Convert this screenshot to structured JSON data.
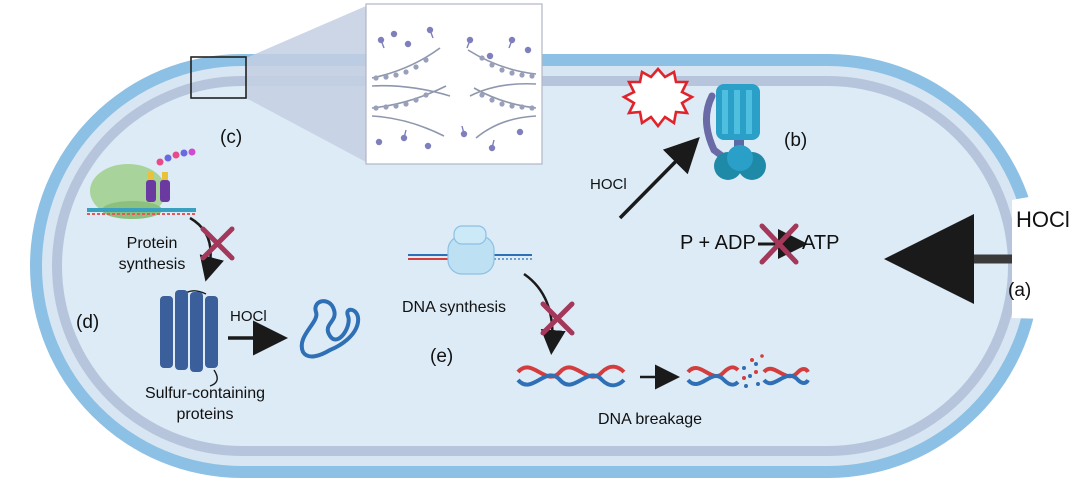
{
  "labels": {
    "a": "(a)",
    "b": "(b)",
    "c": "(c)",
    "d": "(d)",
    "e": "(e)",
    "hocl_external": "HOCl",
    "hocl_atp_synthase": "HOCl",
    "hocl_proteins": "HOCl",
    "atp_reaction_left": "P + ADP",
    "atp_reaction_right": "ATP",
    "protein_synthesis": "Protein synthesis",
    "sulfur_proteins": "Sulfur-containing proteins",
    "dna_synthesis": "DNA synthesis",
    "dna_breakage": "DNA breakage"
  },
  "colors": {
    "membrane_outer": "#8cc0e4",
    "membrane_inner": "#b7c5dc",
    "cytoplasm": "#dcebf6",
    "inhibit_x": "#a4385a",
    "arrow": "#1a1a1a",
    "dna_red": "#d43d3d",
    "dna_blue": "#2e6fb5",
    "protein_blue": "#3a5f9a",
    "ribosome_green": "#a8d39a",
    "atp_synthase_blue": "#2aa0c8",
    "burst_red": "#e0242b"
  },
  "icons": {
    "cell": "rod-shaped-bacterium",
    "membrane_zoom": "lipid-bilayer-pore",
    "burst": "starburst-icon",
    "atp_synthase": "atp-synthase-icon",
    "ribosome": "ribosome-icon",
    "membrane_protein": "transmembrane-protein-icon",
    "unfolded_protein": "unfolded-protein-icon",
    "dna_polymerase": "dna-polymerase-icon",
    "dna_helix": "dna-helix-icon",
    "broken_dna": "broken-dna-icon"
  }
}
